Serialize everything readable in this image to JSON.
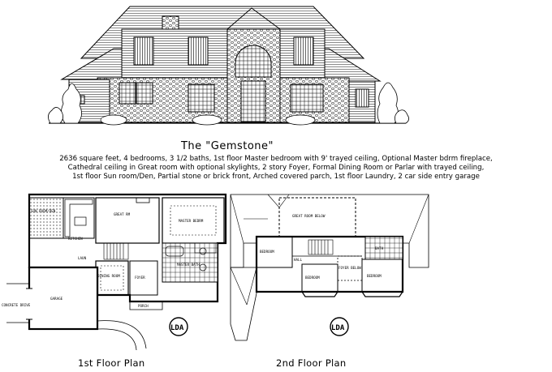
{
  "title": "The \"Gemstone\"",
  "description": [
    "2636 square feet, 4 bedrooms, 3 1/2 baths, 1st floor Master bedroom with 9' trayed ceiling, Optional Master bdrm fireplace,",
    "Cathedral ceiling in Great room with optional skylights, 2 story Foyer, Formal Dining Room or Parlar with trayed ceiling,",
    "1st floor Sun room/Den, Partial stone or brick front, Arched covered parch, 1st floor Laundry, 2 car side entry garage"
  ],
  "floor1": {
    "caption": "1st Floor Plan",
    "rooms": {
      "sunroom": "SUN ROOM/DEN",
      "great_room": "GREAT RM",
      "master": "MASTER BEDRM",
      "master_bath": "MASTER BATH",
      "dining": "DINING ROOM",
      "kitchen": "KITCHEN",
      "garage": "GARAGE",
      "laundry": "LAUN",
      "porch": "PORCH",
      "foyer": "FOYER",
      "driveway": "CONCRETE DRIVE"
    },
    "logo": "LDA"
  },
  "floor2": {
    "caption": "2nd Floor Plan",
    "rooms": {
      "open_to_below": "GREAT ROOM BELOW",
      "bedroom_a": "BEDROOM",
      "bedroom_b": "BEDROOM",
      "bedroom_c": "BEDROOM",
      "foyer_below": "FOYER BELOW",
      "hall": "HALL",
      "bath": "BATH"
    },
    "logo": "LDA"
  },
  "colors": {
    "ink": "#000000",
    "paper": "#ffffff",
    "brick": "#8a8a8a"
  }
}
